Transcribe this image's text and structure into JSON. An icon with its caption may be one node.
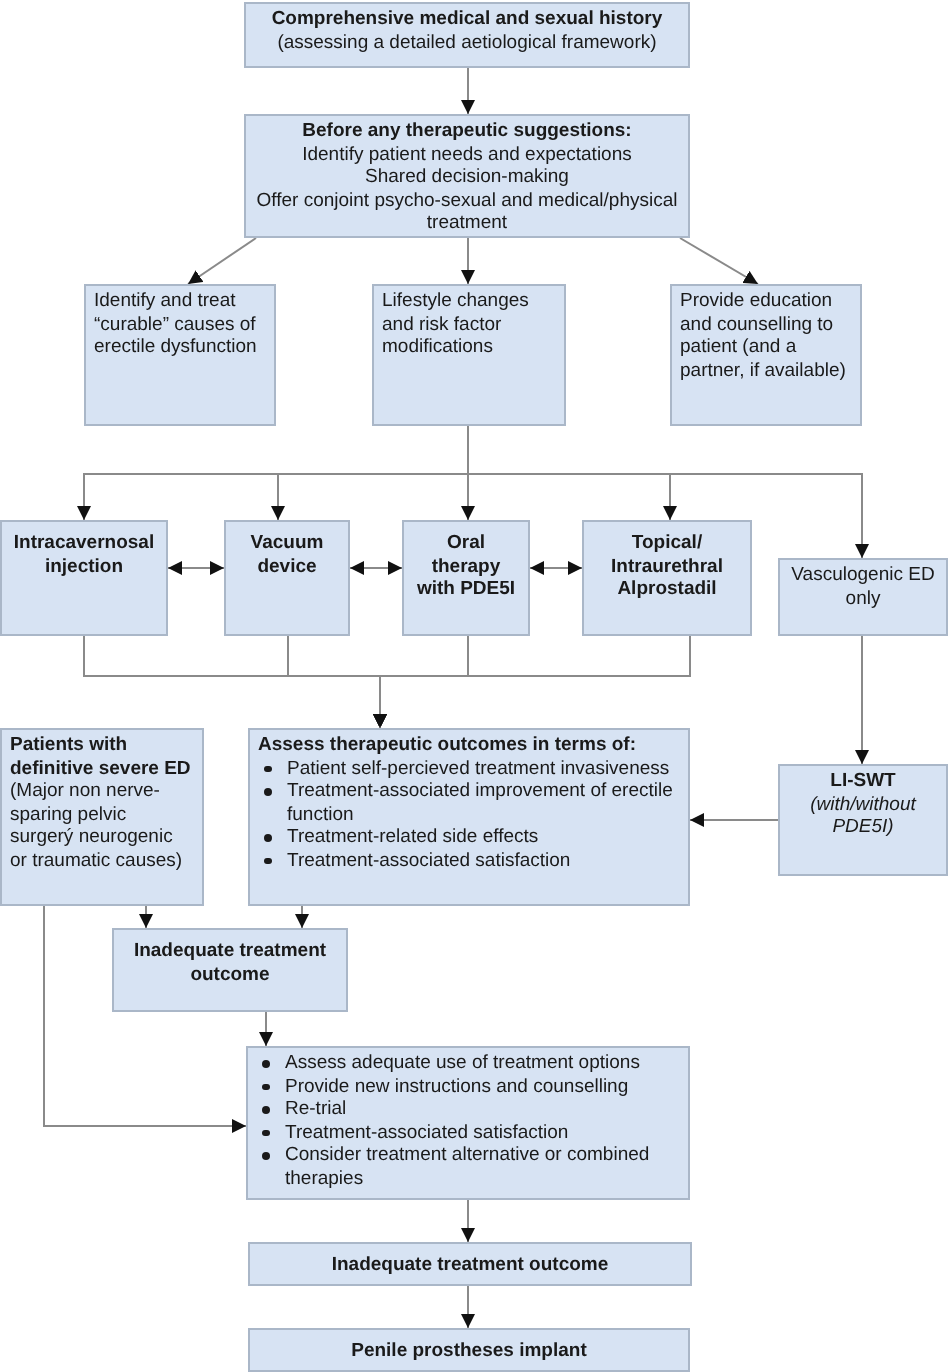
{
  "diagram": {
    "nodes": [
      {
        "text": [
          "Comprehensive medical and sexual history",
          "(assessing a detailed aetiological framework)"
        ]
      },
      {
        "text": [
          "Before any therapeutic suggestions:",
          "Identify patient needs and expectations",
          "Shared decision-making",
          "Offer conjoint psycho-sexual and medical/physical treatment"
        ]
      },
      {
        "text": [
          "Identify and treat “curable” causes of erectile dysfunction"
        ]
      },
      {
        "text": [
          "Lifestyle changes and risk factor modifications"
        ]
      },
      {
        "text": [
          "Provide education and counselling to patient (and a partner, if available)"
        ]
      },
      {
        "text": [
          "Intracavernosal injection"
        ]
      },
      {
        "text": [
          "Vacuum device"
        ]
      },
      {
        "text": [
          "Oral therapy with PDE5I"
        ]
      },
      {
        "text": [
          "Topical/ Intraurethral Alprostadil"
        ]
      },
      {
        "text": [
          "Vasculogenic ED only"
        ]
      },
      {
        "text": [
          "Patients with definitive severe ED",
          "(Major non nerve-sparing pelvic surgerý neurogenic or traumatic causes)"
        ]
      },
      {
        "text": [
          "Assess therapeutic outcomes in terms of:",
          "Patient self-percieved treatment invasiveness",
          "Treatment-associated improvement of erectile function",
          "Treatment-related side effects",
          "Treatment-associated satisfaction"
        ]
      },
      {
        "text": [
          "LI-SWT",
          "(with/without PDE5I)"
        ]
      },
      {
        "text": [
          "Inadequate treatment outcome"
        ]
      },
      {
        "text": [
          "Assess adequate use of treatment options",
          "Provide new instructions and counselling",
          "Re-trial",
          "Treatment-associated satisfaction",
          "Consider treatment alternative or combined therapies"
        ]
      },
      {
        "text": [
          "Inadequate treatment outcome"
        ]
      },
      {
        "text": [
          "Penile prostheses implant"
        ]
      }
    ],
    "edges": [
      {
        "from": 0,
        "to": 1,
        "arrow": "to"
      },
      {
        "from": 1,
        "to": 2,
        "arrow": "to"
      },
      {
        "from": 1,
        "to": 3,
        "arrow": "to"
      },
      {
        "from": 1,
        "to": 4,
        "arrow": "to"
      },
      {
        "from": 3,
        "to": 5,
        "arrow": "to"
      },
      {
        "from": 3,
        "to": 6,
        "arrow": "to"
      },
      {
        "from": 3,
        "to": 7,
        "arrow": "to"
      },
      {
        "from": 3,
        "to": 8,
        "arrow": "to"
      },
      {
        "from": 3,
        "to": 9,
        "arrow": "to"
      },
      {
        "from": 5,
        "to": 6,
        "arrow": "both"
      },
      {
        "from": 6,
        "to": 7,
        "arrow": "both"
      },
      {
        "from": 7,
        "to": 8,
        "arrow": "both"
      },
      {
        "from": 5,
        "to": 11,
        "arrow": "to"
      },
      {
        "from": 6,
        "to": 11,
        "arrow": "to"
      },
      {
        "from": 7,
        "to": 11,
        "arrow": "to"
      },
      {
        "from": 8,
        "to": 11,
        "arrow": "to"
      },
      {
        "from": 9,
        "to": 12,
        "arrow": "to"
      },
      {
        "from": 12,
        "to": 11,
        "arrow": "to"
      },
      {
        "from": 10,
        "to": 13,
        "arrow": "to"
      },
      {
        "from": 11,
        "to": 13,
        "arrow": "to"
      },
      {
        "from": 13,
        "to": 14,
        "arrow": "to"
      },
      {
        "from": 10,
        "to": 14,
        "arrow": "to"
      },
      {
        "from": 14,
        "to": 15,
        "arrow": "to"
      },
      {
        "from": 15,
        "to": 16,
        "arrow": "to"
      }
    ]
  }
}
